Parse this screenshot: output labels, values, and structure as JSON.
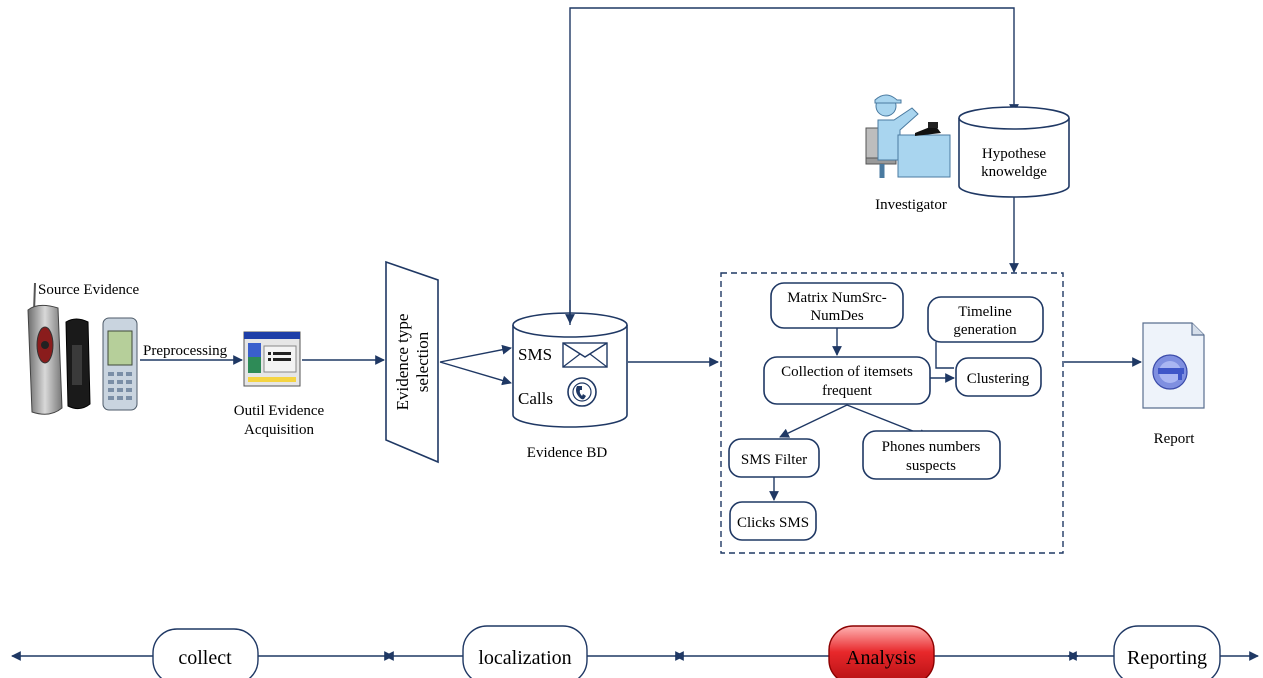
{
  "labels": {
    "source_evidence": "Source Evidence",
    "preprocessing": "Preprocessing",
    "outil_line1": "Outil Evidence",
    "outil_line2": "Acquisition",
    "evidence_type_line1": "Evidence type",
    "evidence_type_line2": "selection",
    "sms": "SMS",
    "calls": "Calls",
    "evidence_bd": "Evidence BD",
    "investigator": "Investigator",
    "hypothese_line1": "Hypothese",
    "hypothese_line2": "knoweldge",
    "report": "Report"
  },
  "analysis_box": {
    "matrix_line1": "Matrix NumSrc-",
    "matrix_line2": "NumDes",
    "timeline_line1": "Timeline",
    "timeline_line2": "generation",
    "collection_line1": "Collection of itemsets",
    "collection_line2": "frequent",
    "clustering": "Clustering",
    "sms_filter": "SMS Filter",
    "phones_line1": "Phones numbers",
    "phones_line2": "suspects",
    "clicks_sms": "Clicks SMS"
  },
  "phases": [
    {
      "label": "collect",
      "highlighted": false
    },
    {
      "label": "localization",
      "highlighted": false
    },
    {
      "label": "Analysis",
      "highlighted": true
    },
    {
      "label": "Reporting",
      "highlighted": false
    }
  ],
  "colors": {
    "line": "#1f3864",
    "highlight": "#e8282b",
    "investigator": "#a9d5ef"
  }
}
